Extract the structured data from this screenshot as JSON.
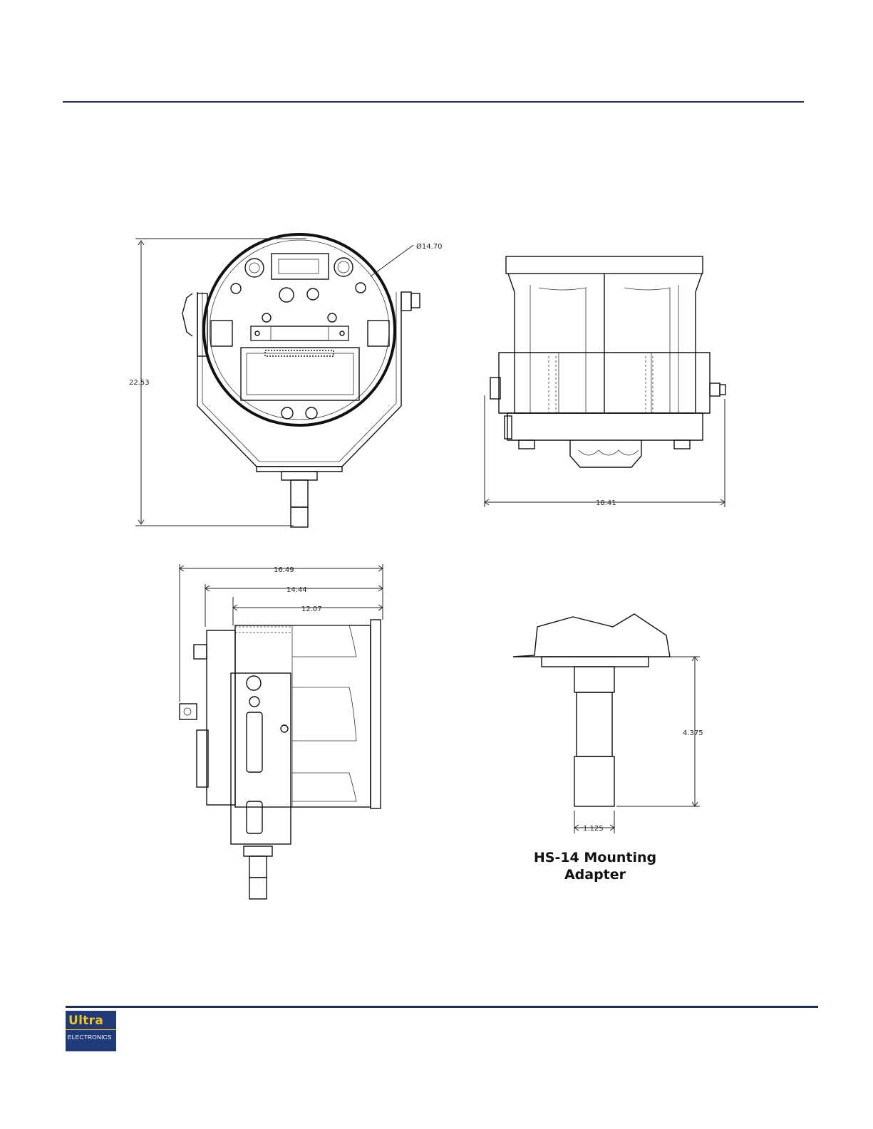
{
  "dimensions": {
    "front_diameter": "Ø14.70",
    "front_height": "22.53",
    "top_width": "18.41",
    "side_overall": "16.49",
    "side_mid": "14.44",
    "side_body": "12.07",
    "adapter_height": "4.375",
    "adapter_width": "1.125"
  },
  "caption": {
    "line1": "HS-14 Mounting",
    "line2": "Adapter"
  },
  "logo": {
    "word": "Ultra",
    "subword": "ELECTRONICS",
    "color_primary": "#1f3a7a",
    "color_accent": "#f5c518"
  }
}
